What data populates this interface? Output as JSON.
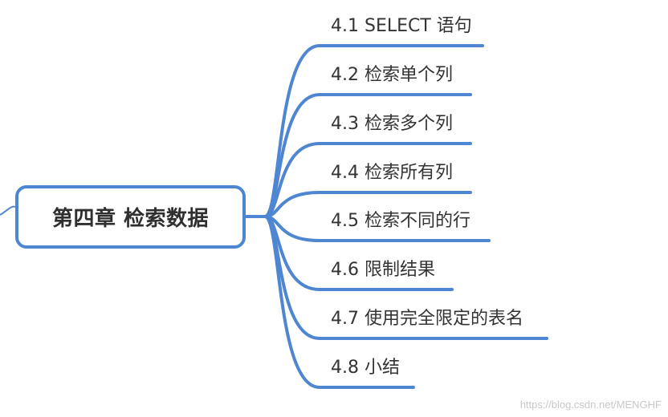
{
  "mindmap": {
    "root": {
      "label": "第四章 检索数据"
    },
    "branches": [
      {
        "label": "4.1 SELECT 语句"
      },
      {
        "label": "4.2 检索单个列"
      },
      {
        "label": "4.3 检索多个列"
      },
      {
        "label": "4.4 检索所有列"
      },
      {
        "label": "4.5 检索不同的行"
      },
      {
        "label": "4.6 限制结果"
      },
      {
        "label": "4.7 使用完全限定的表名"
      },
      {
        "label": "4.8 小结"
      }
    ],
    "line_color": "#4f86d1"
  },
  "watermark": "https://blog.csdn.net/MENGHF"
}
